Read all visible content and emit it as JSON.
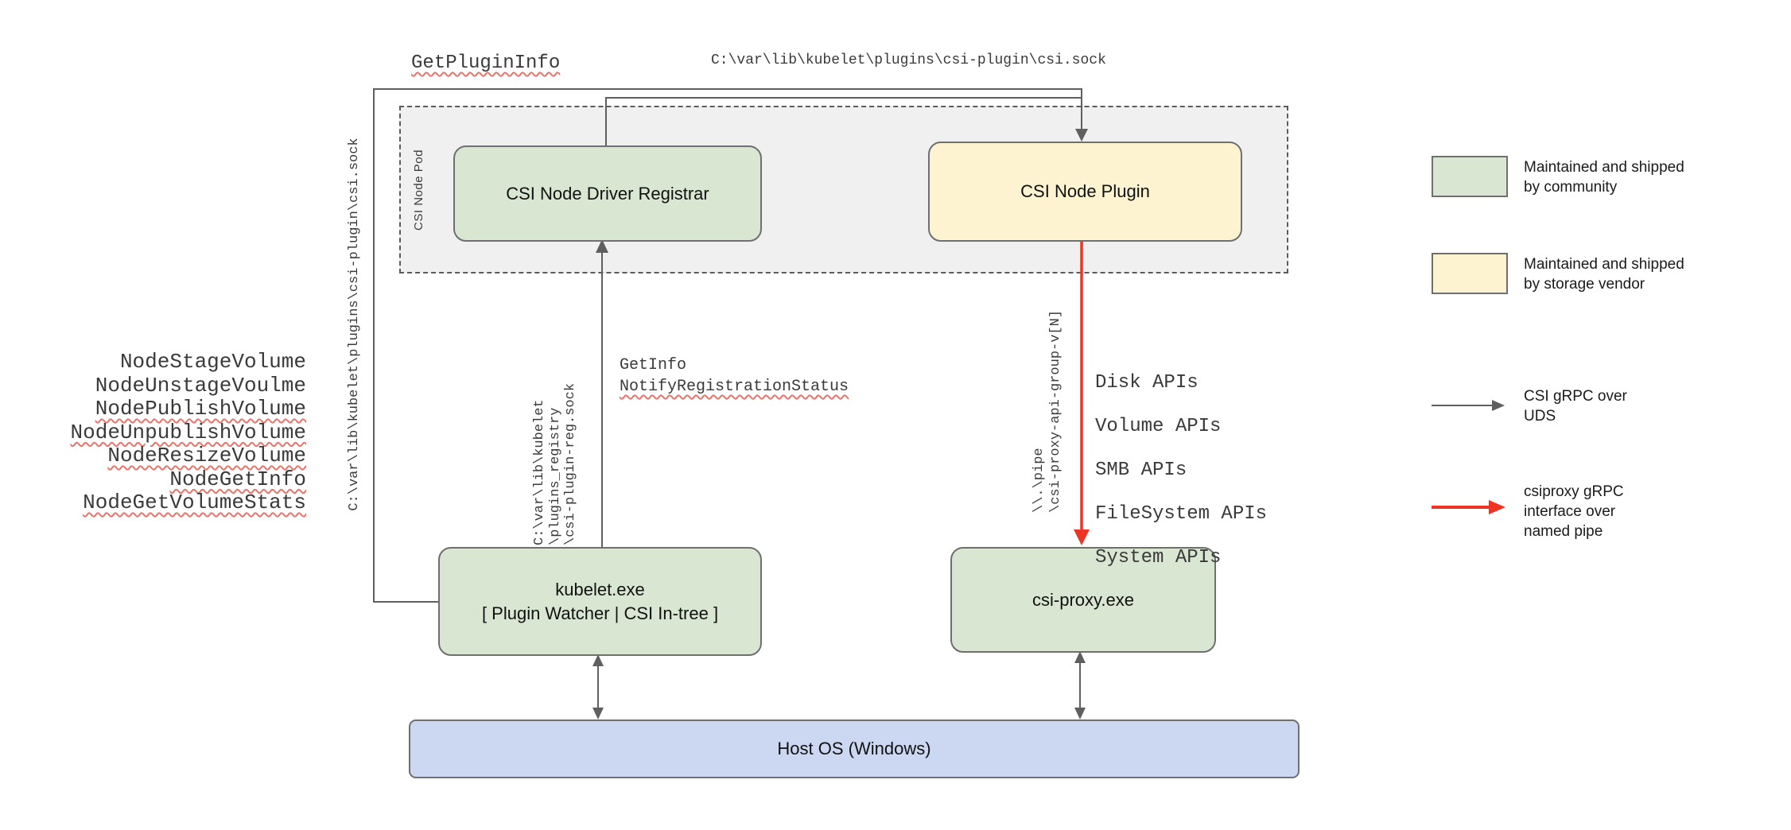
{
  "colors": {
    "community_green": "#d9e7d2",
    "vendor_yellow": "#fdf3d0",
    "host_blue": "#ccd8f1",
    "pod_fill": "#f0f0f0",
    "line_gray": "#5f5f5f",
    "pipe_red": "#ee3524",
    "squiggle_red": "#e8756a",
    "border_gray": "#6f6f6f"
  },
  "top": {
    "get_plugin_info": "GetPluginInfo",
    "csi_sock_path": "C:\\var\\lib\\kubelet\\plugins\\csi-plugin\\csi.sock"
  },
  "left": {
    "vertical_sock_path": "C:\\var\\lib\\kubelet\\plugins\\csi-plugin\\csi.sock",
    "node_rpcs": [
      "NodeStageVolume",
      "NodeUnstageVoulme",
      "NodePublishVolume",
      "NodeUnpublishVolume",
      "NodeResizeVolume",
      "NodeGetInfo",
      "NodeGetVolumeStats"
    ]
  },
  "pod": {
    "label": "CSI Node Pod"
  },
  "boxes": {
    "registrar": "CSI Node Driver Registrar",
    "plugin": "CSI Node Plugin",
    "kubelet_line1": "kubelet.exe",
    "kubelet_line2": "[ Plugin Watcher | CSI In-tree ]",
    "csi_proxy": "csi-proxy.exe",
    "host_os": "Host OS (Windows)"
  },
  "registration": {
    "socket_path": "C:\\var\\lib\\kubelet\n\\plugins_registry\n\\csi-plugin-reg.sock",
    "get_info": "GetInfo",
    "notify": "NotifyRegistrationStatus"
  },
  "proxy_channel": {
    "pipe_path": "\\\\.\\pipe\n\\csi-proxy-api-group-v[N]",
    "api_groups": [
      "Disk APIs",
      "Volume APIs",
      "SMB APIs",
      "FileSystem APIs",
      "System APIs"
    ]
  },
  "legend": {
    "community": "Maintained and shipped\nby community",
    "vendor": "Maintained and shipped\nby storage vendor",
    "uds_arrow": "CSI gRPC over\nUDS",
    "pipe_arrow": "csiproxy gRPC\ninterface over\nnamed pipe"
  }
}
